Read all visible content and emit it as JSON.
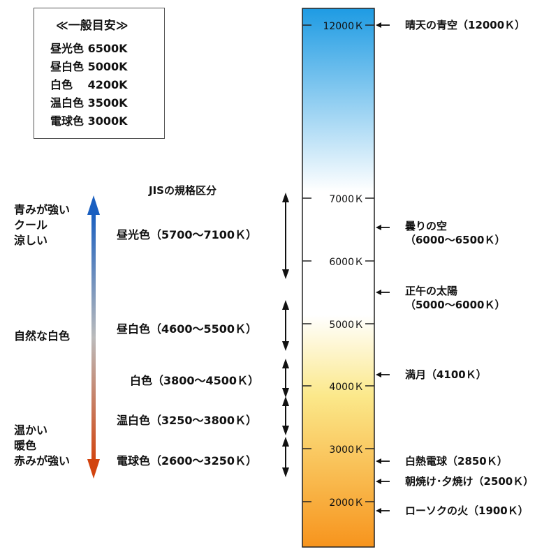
{
  "guide": {
    "title": "≪一般目安≫",
    "rows": [
      "昼光色 6500K",
      "昼白色 5000K",
      "白色　 4200K",
      "温白色 3500K",
      "電球色 3000K"
    ]
  },
  "left_scale": {
    "top_label": [
      "青みが強い",
      "クール",
      "涼しい"
    ],
    "middle_label": "自然な白色",
    "bottom_label": [
      "温かい",
      "暖色",
      "赤みが強い"
    ]
  },
  "jis": {
    "title": "JISの規格区分",
    "ranges": [
      {
        "label": "昼光色（5700～7100Ｋ）"
      },
      {
        "label": "昼白色（4600～5500Ｋ）"
      },
      {
        "label": "白色（3800～4500Ｋ）"
      },
      {
        "label": "温白色（3250～3800Ｋ）"
      },
      {
        "label": "電球色（2600～3250Ｋ）"
      }
    ]
  },
  "bar": {
    "ticks": [
      "12000Ｋ",
      "7000Ｋ",
      "6000Ｋ",
      "5000Ｋ",
      "4000Ｋ",
      "3000Ｋ",
      "2000Ｋ"
    ]
  },
  "sources": [
    "晴天の青空（12000Ｋ）",
    "曇りの空\n（6000～6500Ｋ）",
    "正午の太陽\n（5000～6000Ｋ）",
    "満月（4100Ｋ）",
    "白熱電球（2850Ｋ）",
    "朝焼け･夕焼け（2500Ｋ）",
    "ローソクの火（1900Ｋ）"
  ],
  "colors": {
    "bar_top": "#1e9be3",
    "bar_white": "#ffffff",
    "bar_yellow": "#fbe88a",
    "bar_bottom": "#f7941d",
    "arrow_top": "#1a5fc0",
    "arrow_mid": "#bbbbbb",
    "arrow_bottom": "#d2440f"
  }
}
